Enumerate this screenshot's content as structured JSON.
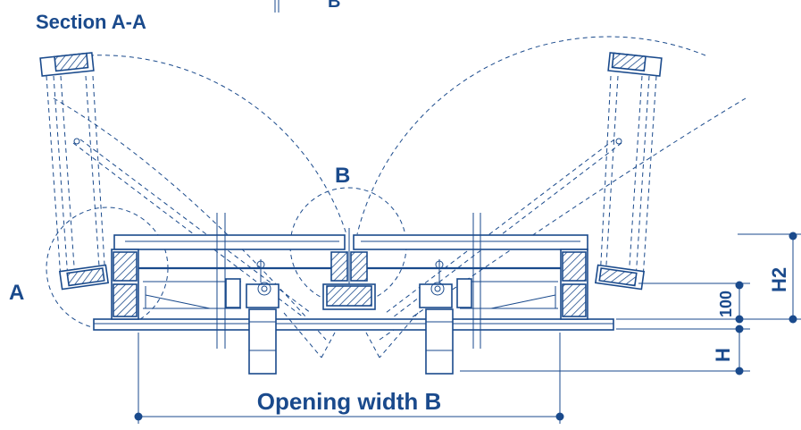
{
  "title": "Section A-A",
  "top_marker": "B",
  "labels": {
    "detail_a": "A",
    "detail_b": "B",
    "opening_width": "Opening width B",
    "dim_100": "100",
    "dim_h": "H",
    "dim_h2": "H2"
  },
  "colors": {
    "ink": "#1a4a8c",
    "background": "#ffffff"
  }
}
